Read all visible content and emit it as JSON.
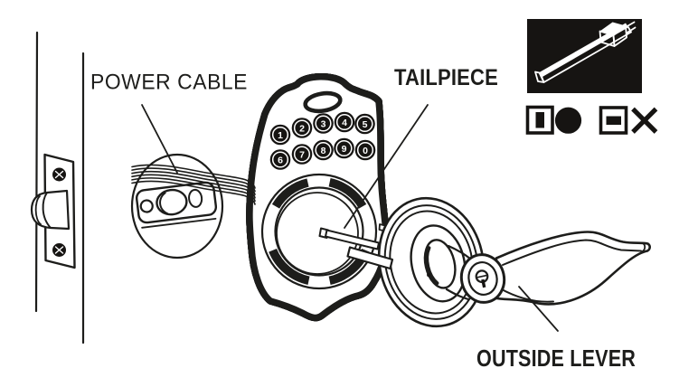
{
  "labels": {
    "power_cable": "POWER CABLE",
    "tailpiece": "TAILPIECE",
    "outside_lever": "OUTSIDE LEVER"
  },
  "keypad": {
    "rows": [
      [
        "1",
        "2",
        "3",
        "4",
        "5"
      ],
      [
        "6",
        "7",
        "8",
        "9",
        "0"
      ]
    ]
  },
  "legend": {
    "icons": [
      "tailpiece-vertical-icon",
      "correct-dot-icon",
      "tailpiece-horizontal-icon",
      "incorrect-cross-icon"
    ]
  },
  "colors": {
    "line": "#1d1d1b",
    "background": "#ffffff",
    "inset_background": "#161412"
  }
}
